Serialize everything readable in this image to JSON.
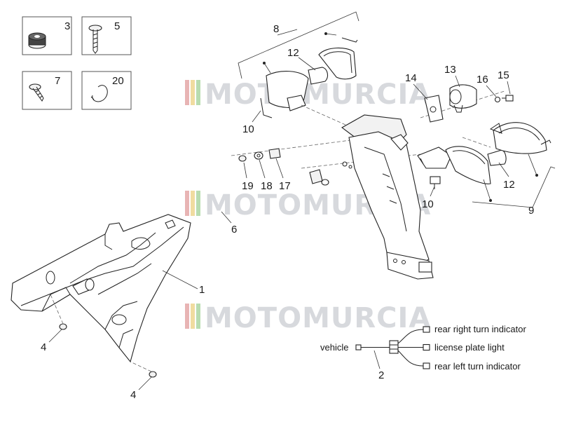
{
  "diagram": {
    "watermark": [
      "MOTOMURCIA",
      "MOTOMURCIA",
      "MOTOMURCIA"
    ],
    "inset_labels": [
      "3",
      "5",
      "7",
      "20"
    ],
    "callouts": [
      {
        "id": "c8",
        "label": "8"
      },
      {
        "id": "c12a",
        "label": "12"
      },
      {
        "id": "c10a",
        "label": "10"
      },
      {
        "id": "c14",
        "label": "14"
      },
      {
        "id": "c13",
        "label": "13"
      },
      {
        "id": "c16",
        "label": "16"
      },
      {
        "id": "c15",
        "label": "15"
      },
      {
        "id": "c19",
        "label": "19"
      },
      {
        "id": "c18",
        "label": "18"
      },
      {
        "id": "c17",
        "label": "17"
      },
      {
        "id": "c6",
        "label": "6"
      },
      {
        "id": "c12b",
        "label": "12"
      },
      {
        "id": "c10b",
        "label": "10"
      },
      {
        "id": "c9",
        "label": "9"
      },
      {
        "id": "c1",
        "label": "1"
      },
      {
        "id": "c4a",
        "label": "4"
      },
      {
        "id": "c4b",
        "label": "4"
      },
      {
        "id": "c2",
        "label": "2"
      }
    ],
    "wiring": {
      "source": "vehicle",
      "outputs": [
        "rear right turn indicator",
        "license plate light",
        "rear left turn indicator"
      ]
    }
  }
}
